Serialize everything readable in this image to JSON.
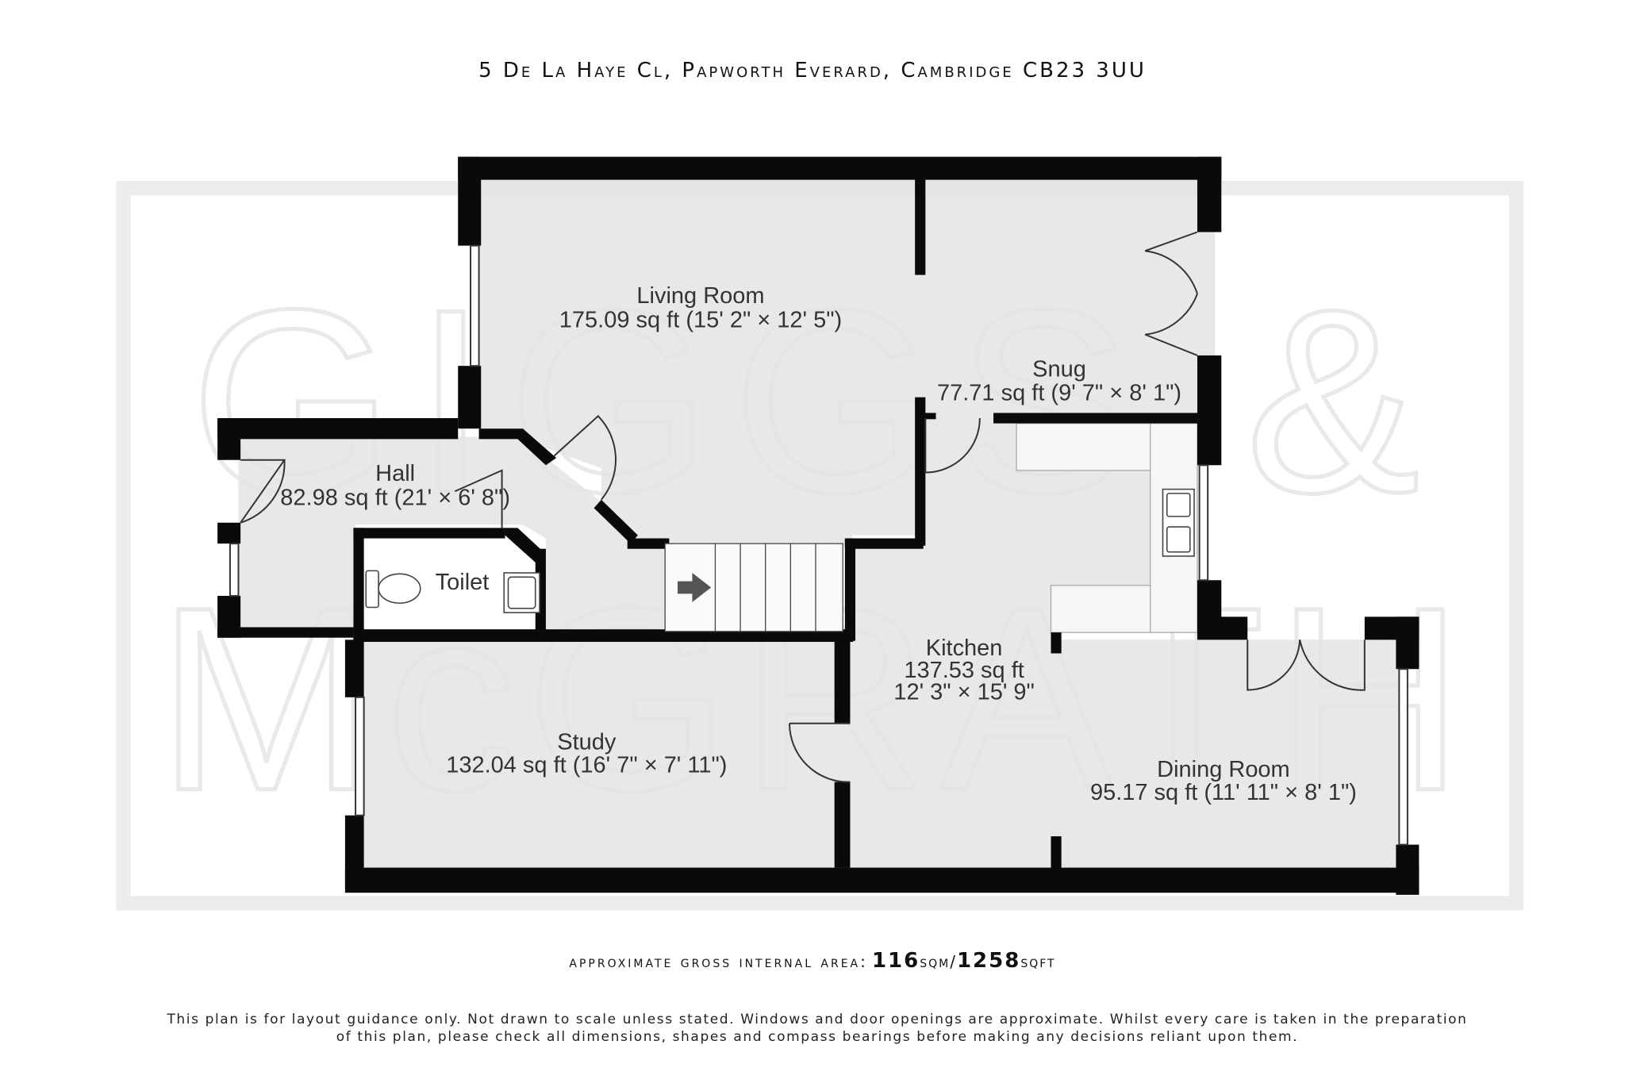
{
  "header": {
    "address": "5 De La Haye Cl, Papworth Everard, Cambridge CB23 3UU"
  },
  "watermark": {
    "line1": "GIGGS &",
    "line2": "McGRATH"
  },
  "rooms": [
    {
      "name": "Living Room",
      "area": "175.09 sq ft (15' 2\" × 12' 5\")"
    },
    {
      "name": "Snug",
      "area": "77.71 sq ft (9' 7\" × 8' 1\")"
    },
    {
      "name": "Hall",
      "area": "82.98 sq ft (21' × 6' 8\")"
    },
    {
      "name": "Toilet",
      "area": ""
    },
    {
      "name": "Kitchen",
      "area": "137.53 sq ft",
      "dims": "12' 3\" × 15' 9\""
    },
    {
      "name": "Study",
      "area": "132.04 sq ft (16' 7\" × 7' 11\")"
    },
    {
      "name": "Dining Room",
      "area": "95.17 sq ft (11' 11\" × 8' 1\")"
    }
  ],
  "icons": {
    "stairs": "stairs-up-arrow-icon",
    "toilet": "toilet-icon",
    "basin": "basin-icon",
    "sink": "double-sink-icon"
  },
  "footer": {
    "gross_area_label": "approximate gross internal area:",
    "sqm_value": "116",
    "sqm_unit": "sqm/",
    "sqft_value": "1258",
    "sqft_unit": "sqft",
    "disclaimer": "This plan is for layout guidance only. Not drawn to scale unless stated. Windows and door openings are approximate. Whilst every care is taken in the preparation of this plan, please check all dimensions, shapes and compass bearings before making any decisions reliant upon them."
  },
  "colors": {
    "wall": "#0a0a0a",
    "floor": "#e5e5e5",
    "watermark": "#ebebeb",
    "background": "#ffffff"
  }
}
